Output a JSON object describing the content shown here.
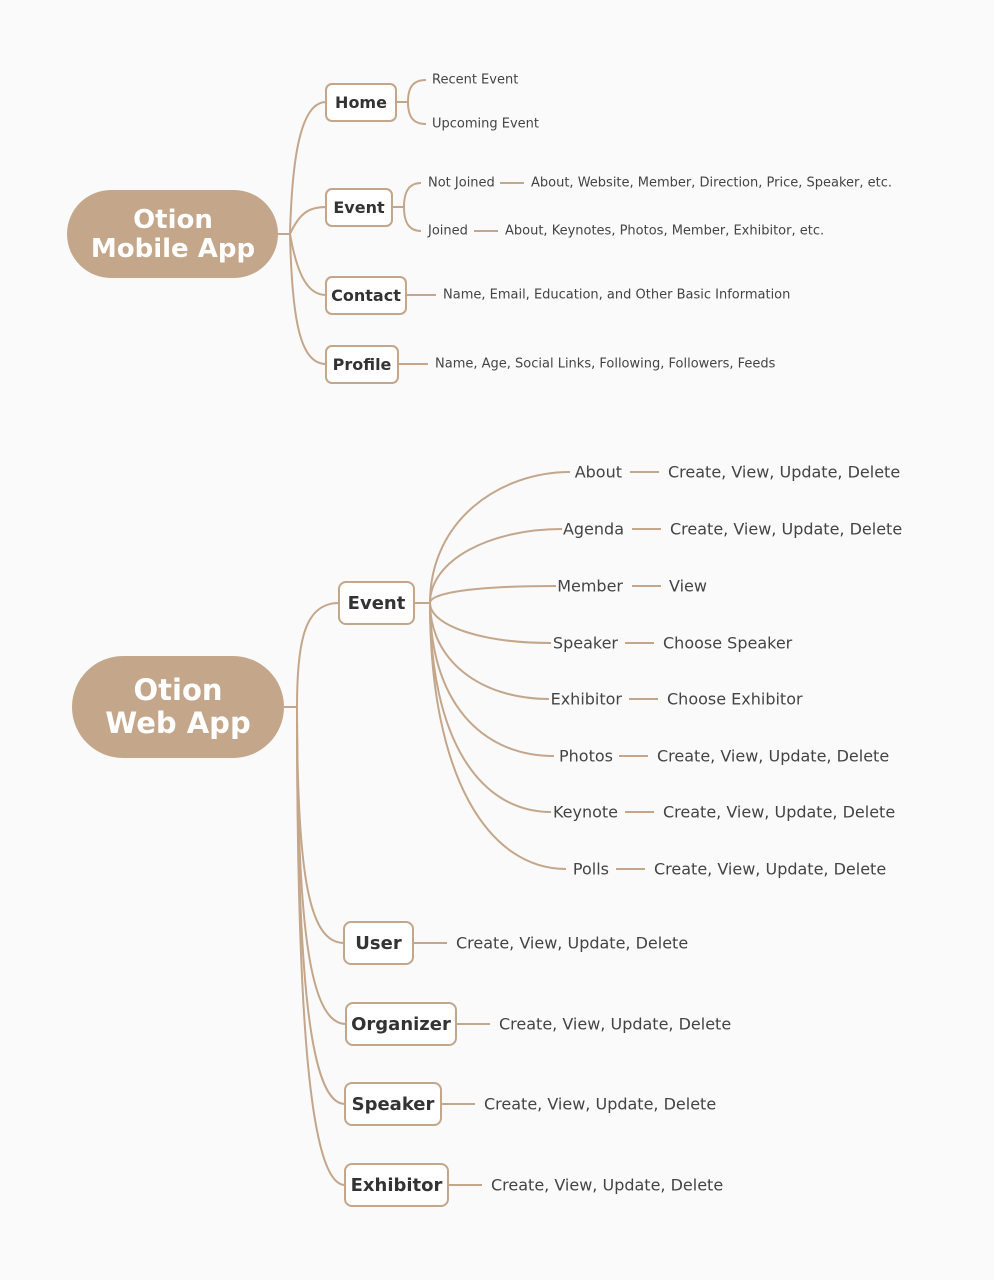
{
  "mobile": {
    "root_line1": "Otion",
    "root_line2": "Mobile App",
    "home": {
      "label": "Home",
      "items": [
        "Recent Event",
        "Upcoming Event"
      ]
    },
    "event": {
      "label": "Event",
      "items": [
        {
          "label": "Not Joined",
          "detail": "About, Website, Member, Direction, Price, Speaker, etc."
        },
        {
          "label": "Joined",
          "detail": "About, Keynotes, Photos, Member, Exhibitor, etc."
        }
      ]
    },
    "contact": {
      "label": "Contact",
      "detail": "Name, Email, Education, and Other Basic Information"
    },
    "profile": {
      "label": "Profile",
      "detail": "Name, Age, Social Links, Following, Followers, Feeds"
    }
  },
  "web": {
    "root_line1": "Otion",
    "root_line2": "Web App",
    "event": {
      "label": "Event",
      "items": [
        {
          "label": "About",
          "detail": "Create, View, Update, Delete"
        },
        {
          "label": "Agenda",
          "detail": "Create, View, Update, Delete"
        },
        {
          "label": "Member",
          "detail": "View"
        },
        {
          "label": "Speaker",
          "detail": "Choose Speaker"
        },
        {
          "label": "Exhibitor",
          "detail": "Choose Exhibitor"
        },
        {
          "label": "Photos",
          "detail": "Create, View, Update, Delete"
        },
        {
          "label": "Keynote",
          "detail": "Create, View, Update, Delete"
        },
        {
          "label": "Polls",
          "detail": "Create, View, Update, Delete"
        }
      ]
    },
    "user": {
      "label": "User",
      "detail": "Create, View, Update, Delete"
    },
    "organizer": {
      "label": "Organizer",
      "detail": "Create, View, Update, Delete"
    },
    "speaker": {
      "label": "Speaker",
      "detail": "Create, View, Update, Delete"
    },
    "exhibitor": {
      "label": "Exhibitor",
      "detail": "Create, View, Update, Delete"
    }
  },
  "colors": {
    "accent": "#c4a68b",
    "background": "#fafafa",
    "text": "#444444"
  }
}
